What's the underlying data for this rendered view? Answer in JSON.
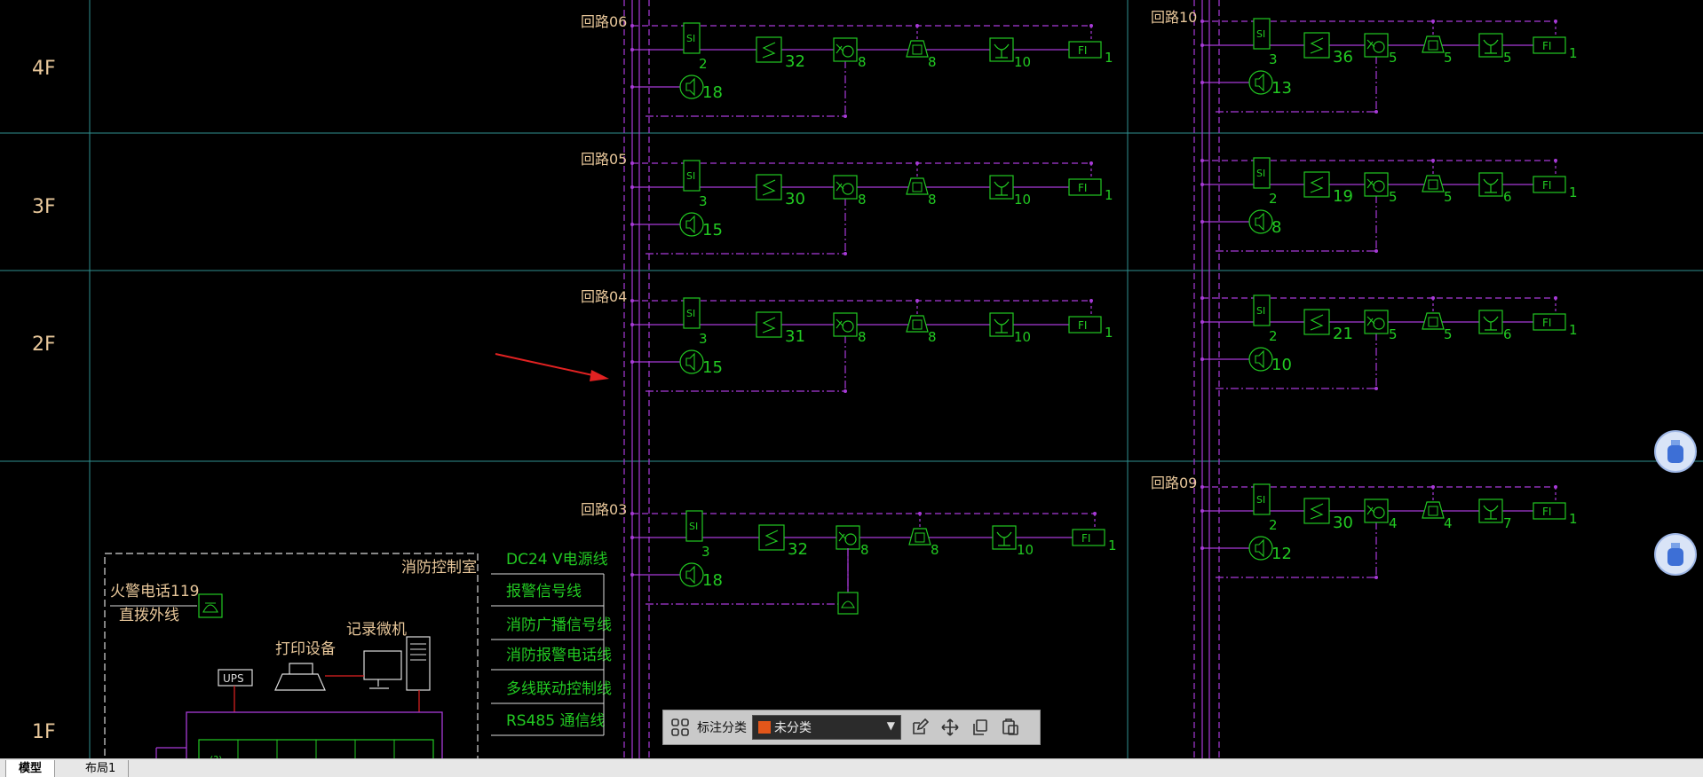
{
  "floors": [
    "4F",
    "3F",
    "2F",
    "1F"
  ],
  "loops_left": [
    {
      "label": "回路06",
      "si": "2",
      "s": "32",
      "det": "8",
      "mod": "8",
      "y": "10",
      "fi": "1",
      "spk": "18"
    },
    {
      "label": "回路05",
      "si": "3",
      "s": "30",
      "det": "8",
      "mod": "8",
      "y": "10",
      "fi": "1",
      "spk": "15"
    },
    {
      "label": "回路04",
      "si": "3",
      "s": "31",
      "det": "8",
      "mod": "8",
      "y": "10",
      "fi": "1",
      "spk": "15"
    },
    {
      "label": "回路03",
      "si": "3",
      "s": "32",
      "det": "8",
      "mod": "8",
      "y": "10",
      "fi": "1",
      "spk": "18"
    }
  ],
  "loops_right": [
    {
      "label": "回路10",
      "si": "3",
      "s": "36",
      "det": "5",
      "mod": "5",
      "y": "5",
      "fi": "1",
      "spk": "13"
    },
    {
      "label": "",
      "si": "2",
      "s": "19",
      "det": "5",
      "mod": "5",
      "y": "6",
      "fi": "1",
      "spk": "8"
    },
    {
      "label": "",
      "si": "2",
      "s": "21",
      "det": "5",
      "mod": "5",
      "y": "6",
      "fi": "1",
      "spk": "10"
    },
    {
      "label": "回路09",
      "si": "2",
      "s": "30",
      "det": "4",
      "mod": "4",
      "y": "7",
      "fi": "1",
      "spk": "12"
    }
  ],
  "symbols": {
    "si": "SI",
    "fi": "FI",
    "ups": "UPS"
  },
  "control_room": {
    "title": "消防控制室",
    "phone_line1": "火警电话119",
    "phone_line2": "直拨外线",
    "printer": "打印设备",
    "computer": "记录微机",
    "panel_text": "(?)"
  },
  "legend": [
    "DC24 V电源线",
    "报警信号线",
    "消防广播信号线",
    "消防报警电话线",
    "多线联动控制线",
    "RS485 通信线"
  ],
  "toolbar": {
    "label": "标注分类",
    "value": "未分类",
    "swatch_color": "#e2561a"
  },
  "tabs": [
    "模型",
    "布局1"
  ],
  "colors": {
    "grid": "#2f8f8f",
    "purple": "#a83ad8",
    "green": "#22c922",
    "text": "#e8c79a",
    "arrow": "#e22222"
  }
}
